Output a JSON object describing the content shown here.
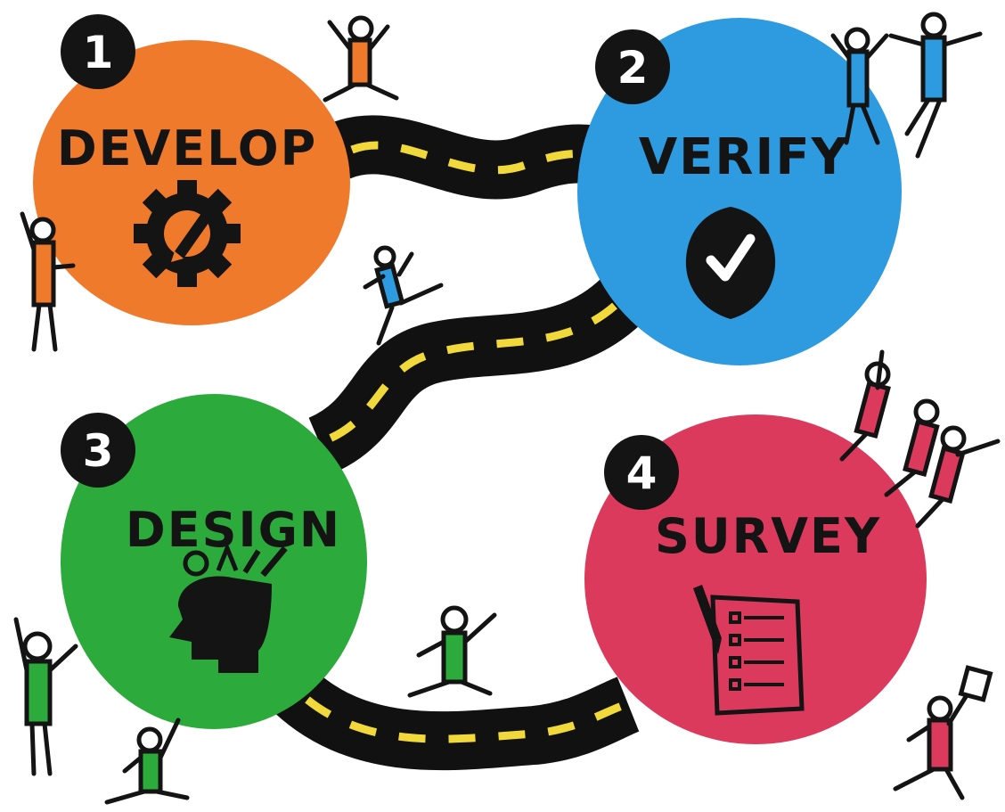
{
  "stages": [
    {
      "number": "1",
      "label": "DEVELOP",
      "color": "#F07A2C",
      "icon": "gear-pencil-icon"
    },
    {
      "number": "2",
      "label": "VERIFY",
      "color": "#2E9BE0",
      "icon": "shield-check-icon"
    },
    {
      "number": "3",
      "label": "DESIGN",
      "color": "#2DAA3C",
      "icon": "head-ideas-icon"
    },
    {
      "number": "4",
      "label": "SURVEY",
      "color": "#DC3A5C",
      "icon": "checklist-pen-icon"
    }
  ],
  "colors": {
    "road": "#111111",
    "road_dash": "#F2D93B",
    "ink": "#141414",
    "background": "#FFFFFF"
  }
}
